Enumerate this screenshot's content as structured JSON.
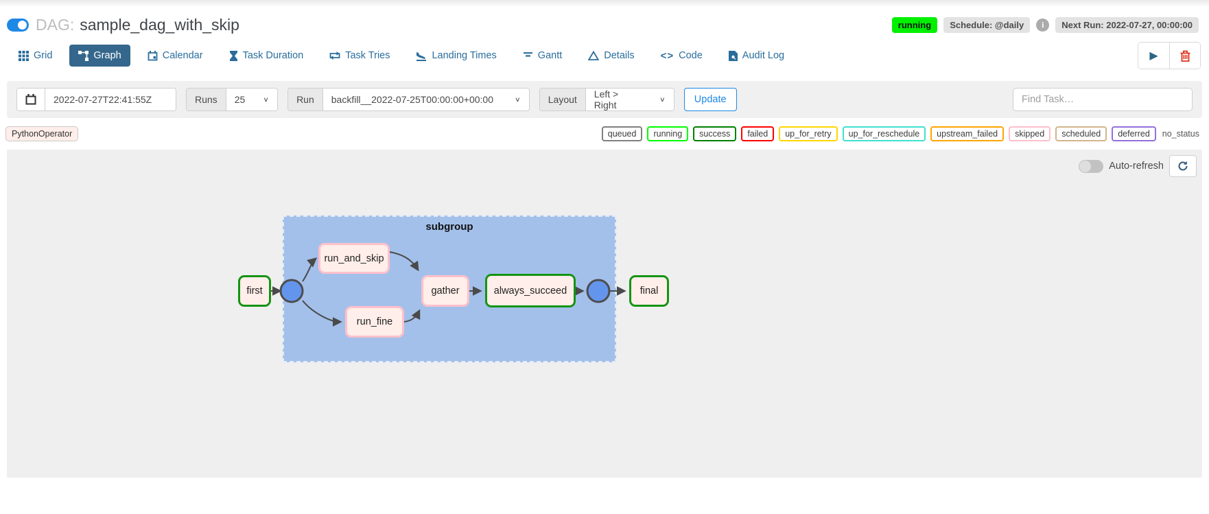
{
  "header": {
    "dag_label": "DAG:",
    "dag_title": "sample_dag_with_skip",
    "status_badge": "running",
    "schedule_badge": "Schedule: @daily",
    "next_run_badge": "Next Run: 2022-07-27, 00:00:00"
  },
  "tabs": [
    {
      "label": "Grid"
    },
    {
      "label": "Graph",
      "active": true
    },
    {
      "label": "Calendar"
    },
    {
      "label": "Task Duration"
    },
    {
      "label": "Task Tries"
    },
    {
      "label": "Landing Times"
    },
    {
      "label": "Gantt"
    },
    {
      "label": "Details"
    },
    {
      "label": "Code"
    },
    {
      "label": "Audit Log"
    }
  ],
  "filter_bar": {
    "date_value": "2022-07-27T22:41:55Z",
    "runs_label": "Runs",
    "runs_value": "25",
    "run_label": "Run",
    "run_value": "backfill__2022-07-25T00:00:00+00:00",
    "layout_label": "Layout",
    "layout_value": "Left > Right",
    "update_button": "Update",
    "find_task_placeholder": "Find Task…"
  },
  "legend": {
    "operators": [
      {
        "label": "PythonOperator",
        "fill": "#ffeee9"
      }
    ],
    "statuses": [
      {
        "label": "queued",
        "color": "#808080"
      },
      {
        "label": "running",
        "color": "#00ff00"
      },
      {
        "label": "success",
        "color": "#008000"
      },
      {
        "label": "failed",
        "color": "#ff0000"
      },
      {
        "label": "up_for_retry",
        "color": "#ffd700"
      },
      {
        "label": "up_for_reschedule",
        "color": "#40e0d0"
      },
      {
        "label": "upstream_failed",
        "color": "#ffa500"
      },
      {
        "label": "skipped",
        "color": "#ffc0cb"
      },
      {
        "label": "scheduled",
        "color": "#d2b48c"
      },
      {
        "label": "deferred",
        "color": "#9370db"
      },
      {
        "label": "no_status",
        "color": null
      }
    ]
  },
  "graph_controls": {
    "auto_refresh_label": "Auto-refresh",
    "auto_refresh_on": false
  },
  "graph": {
    "group": {
      "label": "subgroup"
    },
    "nodes": [
      {
        "id": "first",
        "label": "first",
        "status": "success"
      },
      {
        "id": "run_and_skip",
        "label": "run_and_skip",
        "status": "skipped"
      },
      {
        "id": "run_fine",
        "label": "run_fine",
        "status": "skipped"
      },
      {
        "id": "gather",
        "label": "gather",
        "status": "skipped"
      },
      {
        "id": "always_succeed",
        "label": "always_succeed",
        "status": "success"
      },
      {
        "id": "final",
        "label": "final",
        "status": "success"
      }
    ],
    "join_circle_count": 2
  },
  "colors": {
    "accent_blue": "#1e88e5",
    "active_tab": "#35678c",
    "node_fill": "#ffeee9",
    "group_fill": "#a3c0ea",
    "success_border": "#149414",
    "skipped_border": "#ffc0cb",
    "circle_fill": "#6495ed",
    "edge": "#4a4a4a",
    "running_badge_bg": "#00f000"
  }
}
